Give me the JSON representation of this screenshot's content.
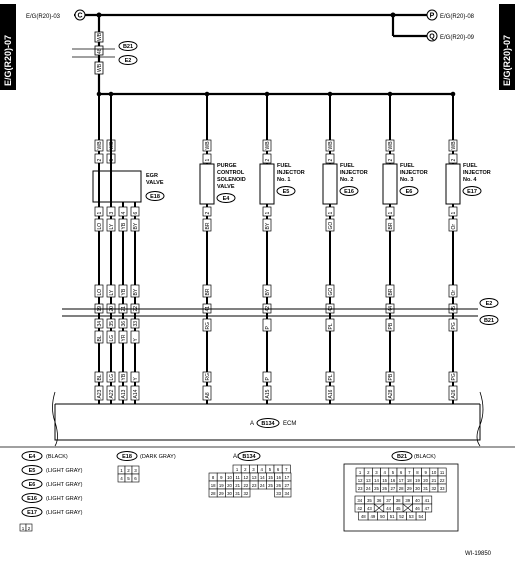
{
  "side_tabs": {
    "left": "E/G(R20)-07",
    "right": "E/G(R20)-07"
  },
  "top_bus": {
    "left_ref": "E/G(R20)-03",
    "left_node": "C",
    "right_refs": [
      {
        "node": "P",
        "label": "E/G(R20)-08"
      },
      {
        "node": "Q",
        "label": "E/G(R20)-09"
      }
    ],
    "wire_top": "WB",
    "wire_bottom": "WB",
    "pin": "48"
  },
  "connector_callouts": {
    "b21": "B21",
    "e2": "E2"
  },
  "components": {
    "egr": {
      "name": [
        "EGR",
        "VALVE"
      ],
      "code": "E18"
    },
    "purge": {
      "name": [
        "PURGE",
        "CONTROL",
        "SOLENOID",
        "VALVE"
      ],
      "code": "E4"
    },
    "inj1": {
      "name": [
        "FUEL",
        "INJECTOR",
        "No. 1"
      ],
      "code": "E5"
    },
    "inj2": {
      "name": [
        "FUEL",
        "INJECTOR",
        "No. 2"
      ],
      "code": "E16"
    },
    "inj3": {
      "name": [
        "FUEL",
        "INJECTOR",
        "No. 3"
      ],
      "code": "E6"
    },
    "inj4": {
      "name": [
        "FUEL",
        "INJECTOR",
        "No. 4"
      ],
      "code": "E17"
    }
  },
  "egr_wires": [
    {
      "pin_top": "2",
      "color_top": "WB",
      "pin_bot": "1",
      "color_bot": "LO",
      "j_top": "19",
      "color_j_top": "LO",
      "j_bot": "34",
      "color_j_bot": "BL",
      "ecm": "A23",
      "ecm_color": "BL"
    },
    {
      "pin_top": "5",
      "color_top": "WB",
      "pin_bot": "3",
      "color_bot": "LY",
      "j_top": "20",
      "color_j_top": "LY",
      "j_bot": "35",
      "color_j_bot": "LG",
      "ecm": "A22",
      "ecm_color": "LG"
    },
    {
      "pin_top": "",
      "color_top": "",
      "pin_bot": "4",
      "color_bot": "YB",
      "j_top": "21",
      "color_j_top": "YB",
      "j_bot": "36",
      "color_j_bot": "YR",
      "ecm": "A13",
      "ecm_color": "YB"
    },
    {
      "pin_top": "",
      "color_top": "",
      "pin_bot": "6",
      "color_bot": "BY",
      "j_top": "22",
      "color_j_top": "BY",
      "j_bot": "33",
      "color_j_bot": "Y",
      "ecm": "A14",
      "ecm_color": "Y"
    }
  ],
  "single_wires": [
    {
      "id": "purge",
      "pin_top": "1",
      "color_top": "WB",
      "pin_bot": "2",
      "color_bot": "BR",
      "j_top": "BR",
      "j_pin": "41",
      "j_bot": "RG",
      "ecm": "A8",
      "ecm_color": "RG"
    },
    {
      "id": "inj1",
      "pin_top": "2",
      "color_top": "WB",
      "pin_bot": "1",
      "color_bot": "BY",
      "j_top": "BY",
      "j_pin": "42",
      "j_bot": "P",
      "ecm": "A15",
      "ecm_color": "P"
    },
    {
      "id": "inj2",
      "pin_top": "2",
      "color_top": "WB",
      "pin_bot": "1",
      "color_bot": "GO",
      "j_top": "GO",
      "j_pin": "43",
      "j_bot": "PL",
      "ecm": "A16",
      "ecm_color": "PL"
    },
    {
      "id": "inj3",
      "pin_top": "2",
      "color_top": "WB",
      "pin_bot": "1",
      "color_bot": "BR",
      "j_top": "BR",
      "j_pin": "44",
      "j_bot": "PB",
      "ecm": "A28",
      "ecm_color": "PB"
    },
    {
      "id": "inj4",
      "pin_top": "2",
      "color_top": "WB",
      "pin_bot": "1",
      "color_bot": "Or",
      "j_top": "Or",
      "j_pin": "45",
      "j_bot": "PG",
      "ecm": "A26",
      "ecm_color": "PG"
    }
  ],
  "junction_labels": {
    "upper": "E2",
    "lower": "B21"
  },
  "ecm": {
    "prefix": "A",
    "code": "B134",
    "name": "ECM"
  },
  "legend": {
    "connectors": [
      {
        "code": "E4",
        "color": "(BLACK)"
      },
      {
        "code": "E5",
        "color": "(LIGHT GRAY)"
      },
      {
        "code": "E6",
        "color": "(LIGHT GRAY)"
      },
      {
        "code": "E16",
        "color": "(LIGHT GRAY)"
      },
      {
        "code": "E17",
        "color": "(LIGHT GRAY)"
      }
    ],
    "small_pins": [
      "1",
      "2"
    ],
    "e18": {
      "code": "E18",
      "color": "(DARK GRAY)",
      "pins": [
        "1",
        "2",
        "3",
        "4",
        "5",
        "6"
      ]
    },
    "b134": {
      "prefix": "A:",
      "code": "B134",
      "rows": [
        [
          "1",
          "2",
          "3",
          "4",
          "5",
          "6",
          "7"
        ],
        [
          "8",
          "9",
          "10",
          "11",
          "12",
          "13",
          "14",
          "15",
          "16",
          "17"
        ],
        [
          "18",
          "19",
          "20",
          "21",
          "22",
          "23",
          "24",
          "25",
          "26",
          "27"
        ],
        [
          "28",
          "29",
          "30",
          "31",
          "32",
          "",
          "",
          "",
          "33",
          "34"
        ]
      ]
    },
    "b21": {
      "code": "B21",
      "color": "(BLACK)",
      "rows": [
        [
          "1",
          "2",
          "3",
          "4",
          "5",
          "6",
          "7",
          "8",
          "9",
          "10",
          "11"
        ],
        [
          "12",
          "13",
          "14",
          "15",
          "16",
          "17",
          "18",
          "19",
          "20",
          "21",
          "22"
        ],
        [
          "23",
          "24",
          "25",
          "26",
          "27",
          "28",
          "29",
          "30",
          "31",
          "32",
          "33"
        ],
        [
          "34",
          "35",
          "36",
          "37",
          "38",
          "39",
          "40",
          "41"
        ],
        [
          "42",
          "43",
          "",
          "44",
          "45",
          "",
          "46",
          "47"
        ],
        [
          "48",
          "49",
          "50",
          "51",
          "52",
          "53",
          "54"
        ]
      ]
    }
  },
  "figure_id": "WI-19850"
}
